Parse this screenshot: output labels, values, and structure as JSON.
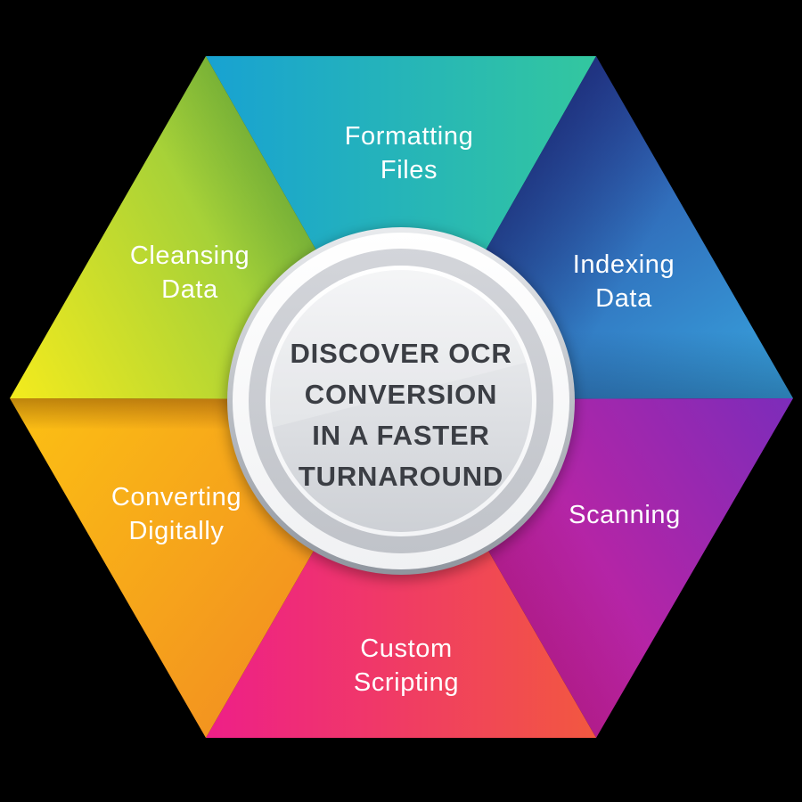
{
  "css_vars": {
    "--bg": "#000000",
    "--label-color": "#ffffff",
    "--center-text-color": "#3b3e44"
  },
  "center_badge": {
    "text": "DISCOVER OCR\nCONVERSION\nIN A FASTER\nTURNAROUND",
    "text_color": "#3b3e44",
    "ring_colors": {
      "rim_top": "#e9ebee",
      "rim_bottom": "#8f959e",
      "outer_band_top": "#ffffff",
      "outer_band_bottom": "#f0f1f3",
      "groove_top": "#d3d5da",
      "groove_bottom": "#c0c3c9",
      "inner_band_top": "#ffffff",
      "inner_band_bottom": "#f3f4f6",
      "disc_top": "#f2f3f5",
      "disc_bottom": "#cdd0d5"
    }
  },
  "segments": [
    {
      "id": "formatting-files",
      "label": "Formatting\nFiles",
      "position": "top",
      "color_start": "#18a2d2",
      "color_end": "#33c79f"
    },
    {
      "id": "indexing-data",
      "label": "Indexing\nData",
      "position": "top-right",
      "color_start": "#2c49a3",
      "color_end": "#38a7e0"
    },
    {
      "id": "scanning",
      "label": "Scanning",
      "position": "bottom-right",
      "color_start": "#d0219c",
      "color_end": "#7c2cba"
    },
    {
      "id": "custom-scripting",
      "label": "Custom\nScripting",
      "position": "bottom",
      "color_start": "#ee1f88",
      "color_end": "#f25840"
    },
    {
      "id": "converting-digitally",
      "label": "Converting\nDigitally",
      "position": "bottom-left",
      "color_start": "#fcc113",
      "color_end": "#f18b22"
    },
    {
      "id": "cleansing-data",
      "label": "Cleansing\nData",
      "position": "top-left",
      "color_start": "#f4eb1d",
      "color_end": "#72c04a"
    }
  ]
}
